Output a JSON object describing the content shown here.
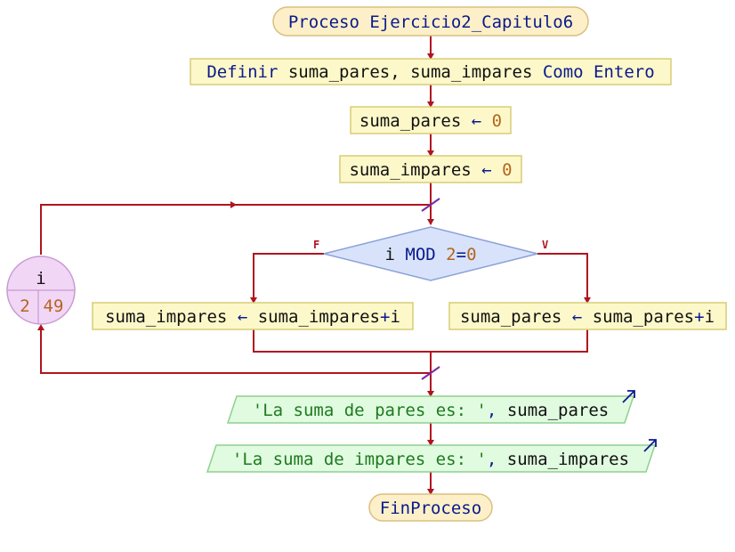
{
  "colors": {
    "flow_line": "#b0141e",
    "process_fill": "#fdf8c9",
    "process_stroke": "#d6cd77",
    "terminal_fill": "#fdf0c8",
    "terminal_stroke": "#d9bf80",
    "decision_fill": "#d8e3fb",
    "decision_stroke": "#8aa0d8",
    "io_fill": "#e0fbe0",
    "io_stroke": "#8fd08f",
    "loop_fill": "#f1d6f6",
    "loop_stroke": "#c79ad0",
    "keyword": "#0a1a8c",
    "number": "#b5651d",
    "string": "#1e7a1e",
    "variable": "#111111",
    "break_mark": "#7a2aa8",
    "branch_label": "#b0141e"
  },
  "start": {
    "text": "Proceso Ejercicio2_Capitulo6"
  },
  "define": {
    "keyword": "Definir",
    "vars": "suma_pares, suma_impares",
    "keyword2": "Como Entero"
  },
  "assign_pares": {
    "var": "suma_pares",
    "arrow": "←",
    "value": "0"
  },
  "assign_impares": {
    "var": "suma_impares",
    "arrow": "←",
    "value": "0"
  },
  "loop": {
    "var": "i",
    "from": "2",
    "to": "49"
  },
  "decision": {
    "var": "i",
    "op": "MOD",
    "lit1": "2",
    "eq": "=",
    "lit2": "0",
    "false_label": "F",
    "true_label": "V"
  },
  "branch_false": {
    "var": "suma_impares",
    "arrow": "←",
    "expr_var": "suma_impares",
    "plus": "+",
    "expr_var2": "i"
  },
  "branch_true": {
    "var": "suma_pares",
    "arrow": "←",
    "expr_var": "suma_pares",
    "plus": "+",
    "expr_var2": "i"
  },
  "output1": {
    "str": "'La suma de pares es: '",
    "sep": ",",
    "var": "suma_pares"
  },
  "output2": {
    "str": "'La suma de impares es: '",
    "sep": ",",
    "var": "suma_impares"
  },
  "end": {
    "text": "FinProceso"
  }
}
